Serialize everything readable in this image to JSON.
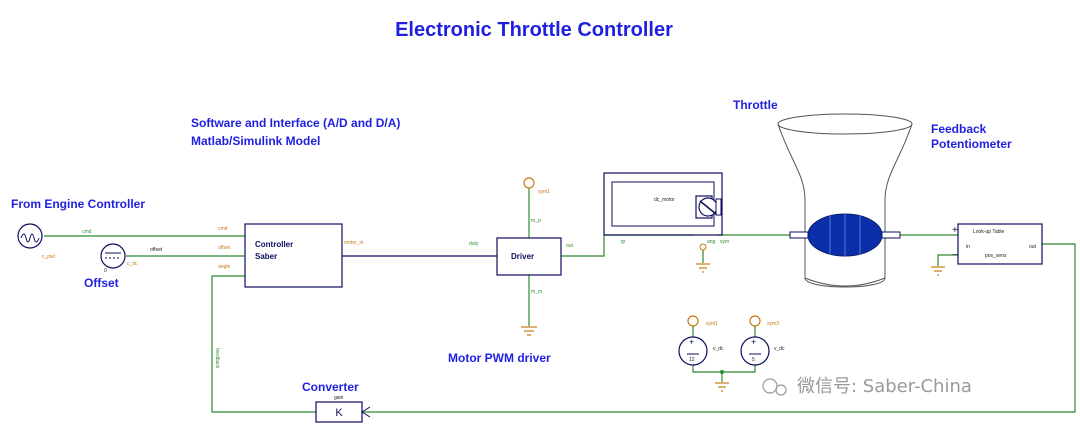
{
  "title": "Electronic Throttle Controller",
  "annotations": {
    "software_line1": "Software and Interface (A/D and D/A)",
    "software_line2": "Matlab/Simulink Model",
    "throttle": "Throttle",
    "feedback_line1": "Feedback",
    "feedback_line2": "Potentiometer",
    "from_engine": "From Engine Controller",
    "offset": "Offset",
    "motor_pwm": "Motor PWM driver",
    "converter": "Converter"
  },
  "blocks": {
    "controller_line1": "Controller",
    "controller_line2": "Saber",
    "driver": "Driver",
    "lookup_line1": "Look-up Table",
    "lookup_in": "in",
    "lookup_out": "out",
    "lookup_sub": "pos_sens",
    "gain_symbol": "K",
    "gain_label": "gain"
  },
  "pins": {
    "cmd": "cmd",
    "offset": "offset",
    "angle": "angle",
    "motor_in": "motor_in",
    "duty": "duty",
    "out": "out",
    "m_p": "m_p",
    "m_m": "m_m",
    "sym1": "sym1",
    "sym3": "sym3",
    "dc_motor": "dc_motor",
    "tp": "tp",
    "ang": "ang",
    "sym": "sym",
    "c_pwl": "c_pwl",
    "c_dc": "c_dc",
    "feedback": "feedback",
    "v_dc": "v_dc",
    "src_val_1": "0",
    "src_val_2": "12",
    "src_val_3": "5"
  },
  "watermark": "微信号: Saber-China",
  "colors": {
    "annotation": "#1f1fe0",
    "wire_green": "#2e8b2e",
    "wire_navy": "#0d0d5e",
    "pin_label": "#c87a14",
    "throttle_plate": "#0a2fa8"
  }
}
